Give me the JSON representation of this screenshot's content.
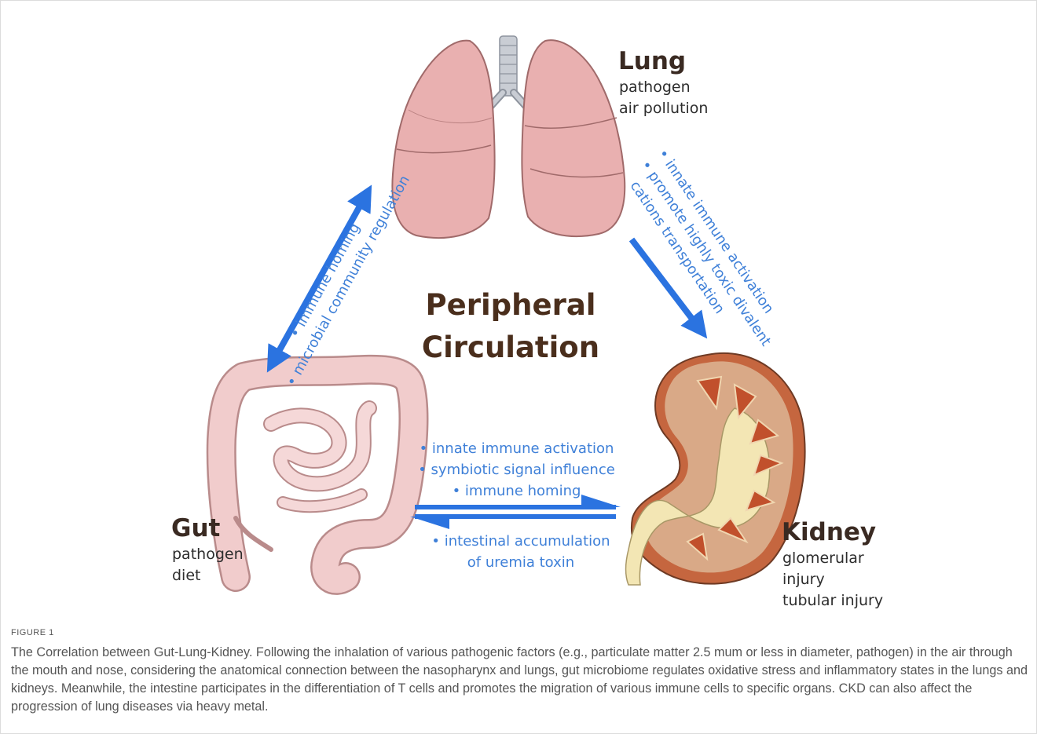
{
  "lung": {
    "title": "Lung",
    "lines": [
      "pathogen",
      "air pollution"
    ]
  },
  "gut": {
    "title": "Gut",
    "lines": [
      "pathogen",
      "diet"
    ]
  },
  "kidney": {
    "title": "Kidney",
    "lines": [
      "glomerular",
      "injury",
      "tubular injury"
    ]
  },
  "center": {
    "line1": "Peripheral",
    "line2": "Circulation"
  },
  "gut_lung_labels": [
    "• immune homing",
    "• microbial community regulation"
  ],
  "lung_kidney_labels": [
    "• innate immune activation",
    "• promote highly toxic divalent",
    "cations transportation"
  ],
  "gut_kidney_top_labels": [
    "• innate immune activation",
    "• symbiotic signal influence",
    "• immune homing"
  ],
  "kidney_gut_bottom_labels": [
    "• intestinal accumulation",
    "of uremia toxin"
  ],
  "caption": {
    "label": "FIGURE 1",
    "text": "The Correlation between Gut-Lung-Kidney. Following the inhalation of various pathogenic factors (e.g., particulate matter 2.5 mum or less in diameter, pathogen) in the air through the mouth and nose, considering the anatomical connection between the nasopharynx and lungs, gut microbiome regulates oxidative stress and inflammatory states in the lungs and kidneys. Meanwhile, the intestine participates in the differentiation of T cells and promotes the migration of various immune cells to specific organs. CKD can also affect the progression of lung diseases via heavy metal."
  },
  "colors": {
    "arrow": "#2b73e0",
    "label_blue": "#3f80d8",
    "title_brown": "#3a2a22"
  }
}
